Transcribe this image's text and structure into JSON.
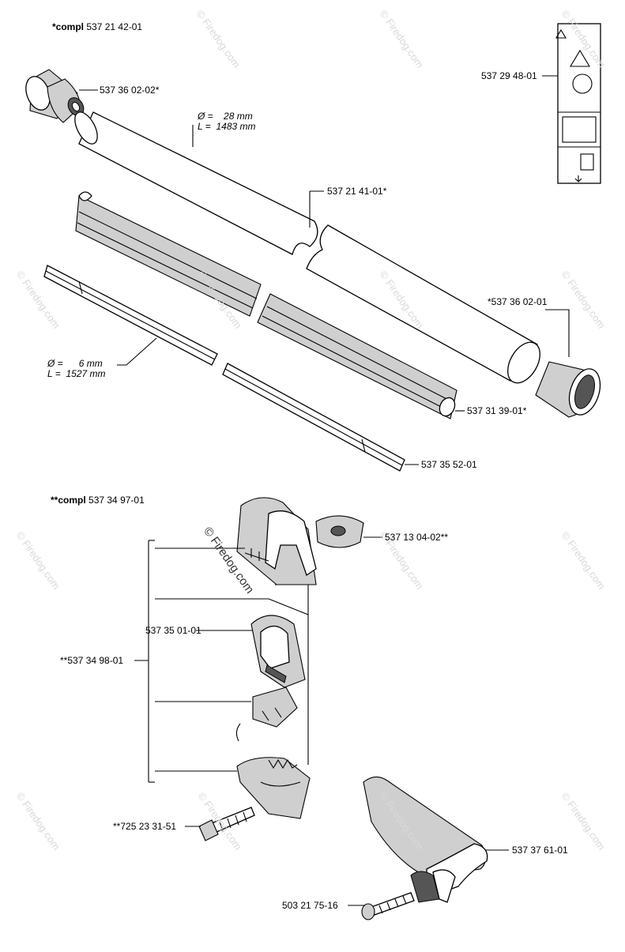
{
  "assemblies": {
    "top": {
      "prefix": "*compl",
      "number": "537 21 42-01"
    },
    "bottom": {
      "prefix": "**compl",
      "number": "537 34 97-01"
    }
  },
  "parts": {
    "cap_top": "537 36 02-02*",
    "decal": "537 29 48-01",
    "tube": "537 21 41-01*",
    "cap_bottom": "*537 36 02-01",
    "liner": "537 31 39-01*",
    "shaft": "537 35 52-01",
    "nut": "537 13 04-02**",
    "clamp_assy": "**537 34 98-01",
    "buckle": "537 35 01-01",
    "screw_a": "**725 23 31-51",
    "guard": "537 37 61-01",
    "screw_b": "503 21 75-16"
  },
  "dimensions": {
    "tube": {
      "d_label": "Ø =",
      "d_value": "28 mm",
      "l_label": "L =",
      "l_value": "1483 mm"
    },
    "shaft": {
      "d_label": "Ø =",
      "d_value": "6 mm",
      "l_label": "L =",
      "l_value": "1527 mm"
    }
  },
  "watermark": {
    "text": "© Firedog.com"
  }
}
